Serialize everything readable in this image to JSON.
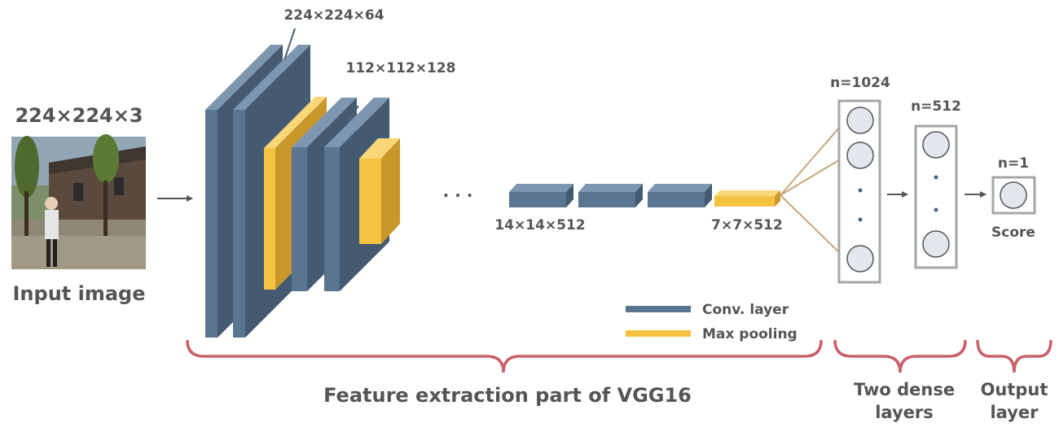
{
  "input": {
    "size_label": "224×224×3",
    "caption": "Input image"
  },
  "conv_block_1": {
    "size_label": "224×224×64"
  },
  "conv_block_2": {
    "size_label": "112×112×128"
  },
  "ellipsis": "· · ·",
  "small_blocks": {
    "label_14": "14×14×512",
    "label_7": "7×7×512"
  },
  "dense": {
    "layer1_label": "n=1024",
    "layer2_label": "n=512",
    "output_label": "n=1",
    "output_caption": "Score"
  },
  "legend": {
    "conv_label": "Conv. layer",
    "pool_label": "Max pooling"
  },
  "sections": {
    "feature": "Feature extraction part of VGG16",
    "dense_line1": "Two dense",
    "dense_line2": "layers",
    "output_line1": "Output",
    "output_line2": "layer"
  },
  "colors": {
    "conv_front": "#5a7590",
    "conv_top": "#7d97b0",
    "conv_side": "#435a72",
    "pool_front": "#f5c242",
    "pool_top": "#f9d678",
    "pool_side": "#c9982a",
    "brace": "#c9606a",
    "neuron": "#e3e7ee",
    "dense_arrow": "#c4a87a"
  }
}
